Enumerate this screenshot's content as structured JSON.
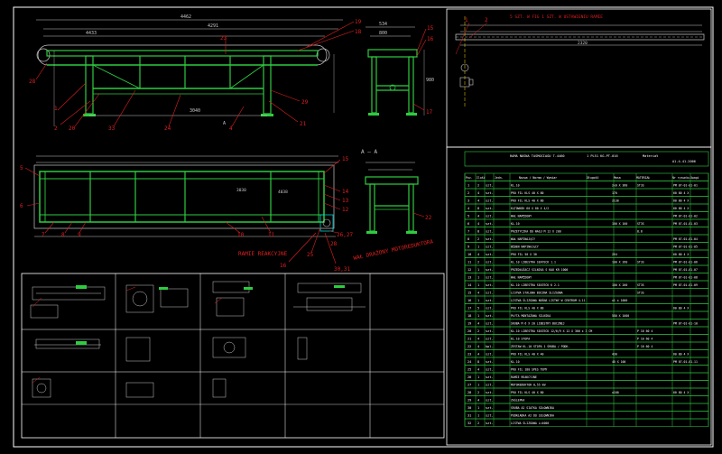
{
  "colors": {
    "background": "#000000",
    "frame": "#ffffff",
    "structure": "#2ecc40",
    "dimension": "#c8c8c8",
    "callout": "#e02020",
    "axis": "#ffe000",
    "cyan": "#00d0d0"
  },
  "views": {
    "elevation": {
      "dim_overall": "4462",
      "dim_inner": "4291",
      "dim_left": "4433",
      "dim_bottom": "3040",
      "callouts": [
        "19",
        "18",
        "23",
        "1",
        "2",
        "20",
        "33",
        "24",
        "4",
        "21",
        "29"
      ],
      "section_mark": "A"
    },
    "end_view": {
      "dims": [
        "534",
        "800",
        "980"
      ],
      "callouts": [
        "15",
        "16",
        "17"
      ]
    },
    "plan": {
      "section_label": "A – A",
      "callouts": [
        "15",
        "14",
        "13",
        "12",
        "5",
        "6",
        "7",
        "8",
        "9",
        "10",
        "11",
        "25",
        "26,27",
        "28",
        "30,31",
        "16"
      ],
      "label_frame": "RAMIE REAKCYJNE",
      "label_shaft": "WAŁ DRAŻONY MOTOREDUKTORA",
      "dims": [
        "3030",
        "4038"
      ]
    },
    "section_view": {
      "callouts": [
        "22"
      ]
    },
    "detail_top": {
      "title": "5 SZT. W FIG 1 SZT. W USTAWIENIU RAMIE",
      "callouts": [
        "1",
        "2"
      ],
      "dim": "2320"
    }
  },
  "parts_header": {
    "name_cell": "RAMA NOSNA TASMOCIAGU T-4460",
    "number_cell": "1 PL51 KG-PT-016",
    "material_cell": "Materiał",
    "sheet_ref": "A1-4-41-2006"
  },
  "parts_columns": [
    "Poz.",
    "Ilość",
    "Jedn.",
    "Nazwa / Norma / Wymiar",
    "Długość",
    "Masa",
    "MATERIAŁ",
    "Nr rysunku",
    "Uwagi"
  ],
  "parts": [
    {
      "pos": "1",
      "qty": "2",
      "unit": "szt.",
      "name": "KL.10",
      "len": "2x0 X 360",
      "mat": "ST3S",
      "drw": "PM 07-01-01-01"
    },
    {
      "pos": "2",
      "qty": "4",
      "unit": "szt.",
      "name": "PRO FIL KLS 40 X 80",
      "len": "170",
      "mat": "",
      "drw": "60 80 4 X"
    },
    {
      "pos": "3",
      "qty": "4",
      "unit": "szt.",
      "name": "PRO FIL KLS 40 X 80",
      "len": "2130",
      "mat": "",
      "drw": "60 80 4 X"
    },
    {
      "pos": "4",
      "qty": "8",
      "unit": "szt.",
      "name": "KĄTOWNIK 60 X 80 X 4/2",
      "len": "",
      "mat": "",
      "drw": "60 80 4 X"
    },
    {
      "pos": "5",
      "qty": "4",
      "unit": "szt.",
      "name": "WAŁ NAPĘDOWY",
      "len": "",
      "mat": "",
      "drw": "PM 07-01-01-02"
    },
    {
      "pos": "6",
      "qty": "4",
      "unit": "szt.",
      "name": "KL.10",
      "len": "100 X 160",
      "mat": "ST3S",
      "drw": "PM 07-01-01-03"
    },
    {
      "pos": "7",
      "qty": "8",
      "unit": "szt.",
      "name": "PRZETYCZKA DO WAŁU M 12 X 200",
      "len": "",
      "mat": "8.8",
      "drw": ""
    },
    {
      "pos": "8",
      "qty": "2",
      "unit": "szt.",
      "name": "WAŁ NAPINAJĄCY",
      "len": "",
      "mat": "",
      "drw": "PM 07-01-01-04"
    },
    {
      "pos": "9",
      "qty": "1",
      "unit": "szt.",
      "name": "BĘBEN NAPINAJĄCY",
      "len": "",
      "mat": "",
      "drw": "PM 07-01-01-05"
    },
    {
      "pos": "10",
      "qty": "4",
      "unit": "szt.",
      "name": "PRO FIL 50 X 30",
      "len": "264",
      "mat": "",
      "drw": "60 80 4 X"
    },
    {
      "pos": "11",
      "qty": "2",
      "unit": "szt.",
      "name": "KL.10 LIBESTRA SEATECK 1.1",
      "len": "100 X 260",
      "mat": "ST3S",
      "drw": "PM 07-01-01-06"
    },
    {
      "pos": "12",
      "qty": "1",
      "unit": "szt.",
      "name": "PRZEDŁUŻACZ SILNIKA S KAU KR 1000",
      "len": "",
      "mat": "",
      "drw": "PM 07-01-01-07"
    },
    {
      "pos": "13",
      "qty": "1",
      "unit": "szt.",
      "name": "WAŁ NAPĘDOWY",
      "len": "",
      "mat": "",
      "drw": "PM 07-01-01-08"
    },
    {
      "pos": "14",
      "qty": "1",
      "unit": "szt.",
      "name": "KL.10 LIBESTRA SEATECK K 2.1",
      "len": "100 X 260",
      "mat": "ST3S",
      "drw": "PM 07-01-01-09"
    },
    {
      "pos": "15",
      "qty": "4",
      "unit": "szt.",
      "name": "LISTWA STALOWA BOCZNA ŚLIZGOWA",
      "len": "",
      "mat": "ST3S",
      "drw": ""
    },
    {
      "pos": "16",
      "qty": "1",
      "unit": "szt.",
      "name": "LISTWA ŚLIZGOWA NOŚNA LISTWY W CENTRUM 4.11",
      "len": "x1 x 1000",
      "mat": "",
      "drw": ""
    },
    {
      "pos": "17",
      "qty": "5",
      "unit": "szt.",
      "name": "PRO FIL KLS 40 X 80",
      "len": "",
      "mat": "",
      "drw": "60 80 4 X"
    },
    {
      "pos": "18",
      "qty": "1",
      "unit": "szt.",
      "name": "PŁYTA MONTAŻOWA SILNIKA",
      "len": "580 X 1000",
      "mat": "",
      "drw": ""
    },
    {
      "pos": "19",
      "qty": "4",
      "unit": "szt.",
      "name": "ŚRUBA M 6 X 20 LIBESTRY BOCZNEJ",
      "len": "",
      "mat": "",
      "drw": "PM 07-01-01-10"
    },
    {
      "pos": "20",
      "qty": "2",
      "unit": "szt.",
      "name": "KL.10 LIBESTRA SEATECK 12/6/9 X 12 X 300 x 3 CM",
      "len": "",
      "mat": "P 10 60 4",
      "drw": ""
    },
    {
      "pos": "21",
      "qty": "4",
      "unit": "szt.",
      "name": "KL.10 STOPA",
      "len": "",
      "mat": "P 10 60 4",
      "drw": ""
    },
    {
      "pos": "22",
      "qty": "4",
      "unit": "kpl.",
      "name": "ZESTAW KL.10 STOPA 1 ŚRUBA / PODK.",
      "len": "",
      "mat": "P 10 60 4",
      "drw": ""
    },
    {
      "pos": "23",
      "qty": "4",
      "unit": "szt.",
      "name": "PRO FIL KLS 40 X 40",
      "len": "430",
      "mat": "",
      "drw": "60 80 4 X"
    },
    {
      "pos": "24",
      "qty": "8",
      "unit": "szt.",
      "name": "KL.10",
      "len": "40 X 100",
      "mat": "",
      "drw": "PM 07-01-01-11"
    },
    {
      "pos": "25",
      "qty": "4",
      "unit": "szt.",
      "name": "PRO FIL 180 SPES TEMY",
      "len": "",
      "mat": "",
      "drw": ""
    },
    {
      "pos": "26",
      "qty": "1",
      "unit": "szt.",
      "name": "RAMIE REAKCYJNE",
      "len": "",
      "mat": "",
      "drw": ""
    },
    {
      "pos": "27",
      "qty": "1",
      "unit": "szt.",
      "name": "MOTOREDUKTOR 0,55 kW",
      "len": "",
      "mat": "",
      "drw": ""
    },
    {
      "pos": "28",
      "qty": "2",
      "unit": "szt.",
      "name": "PRO FIL KLS 40 X 80",
      "len": "x100",
      "mat": "",
      "drw": "60 80 4 X"
    },
    {
      "pos": "29",
      "qty": "4",
      "unit": "szt.",
      "name": "ZAŚLEPKA",
      "len": "",
      "mat": "",
      "drw": ""
    },
    {
      "pos": "30",
      "qty": "1",
      "unit": "szt.",
      "name": "ŚRUBA A2 SIATKA SIŁOWNIKA",
      "len": "",
      "mat": "",
      "drw": ""
    },
    {
      "pos": "31",
      "qty": "1",
      "unit": "szt.",
      "name": "PODKŁADKA A2 DO SIŁOWNIKA",
      "len": "",
      "mat": "",
      "drw": ""
    },
    {
      "pos": "32",
      "qty": "2",
      "unit": "szt.",
      "name": "LISTWA ŚLIZGOWA L=4000",
      "len": "",
      "mat": "",
      "drw": ""
    }
  ]
}
